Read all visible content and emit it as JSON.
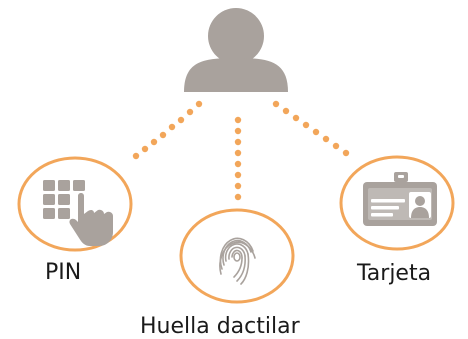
{
  "colors": {
    "accent": "#F2A65A",
    "icon_gray": "#A9A29D",
    "text": "#1A1A1A",
    "background": "#FFFFFF"
  },
  "nodes": {
    "user": {
      "icon": "user-icon"
    },
    "pin": {
      "icon": "keypad-finger-icon",
      "label": "PIN"
    },
    "fingerprint": {
      "icon": "fingerprint-icon",
      "label": "Huella dactilar"
    },
    "card": {
      "icon": "id-card-icon",
      "label": "Tarjeta"
    }
  }
}
